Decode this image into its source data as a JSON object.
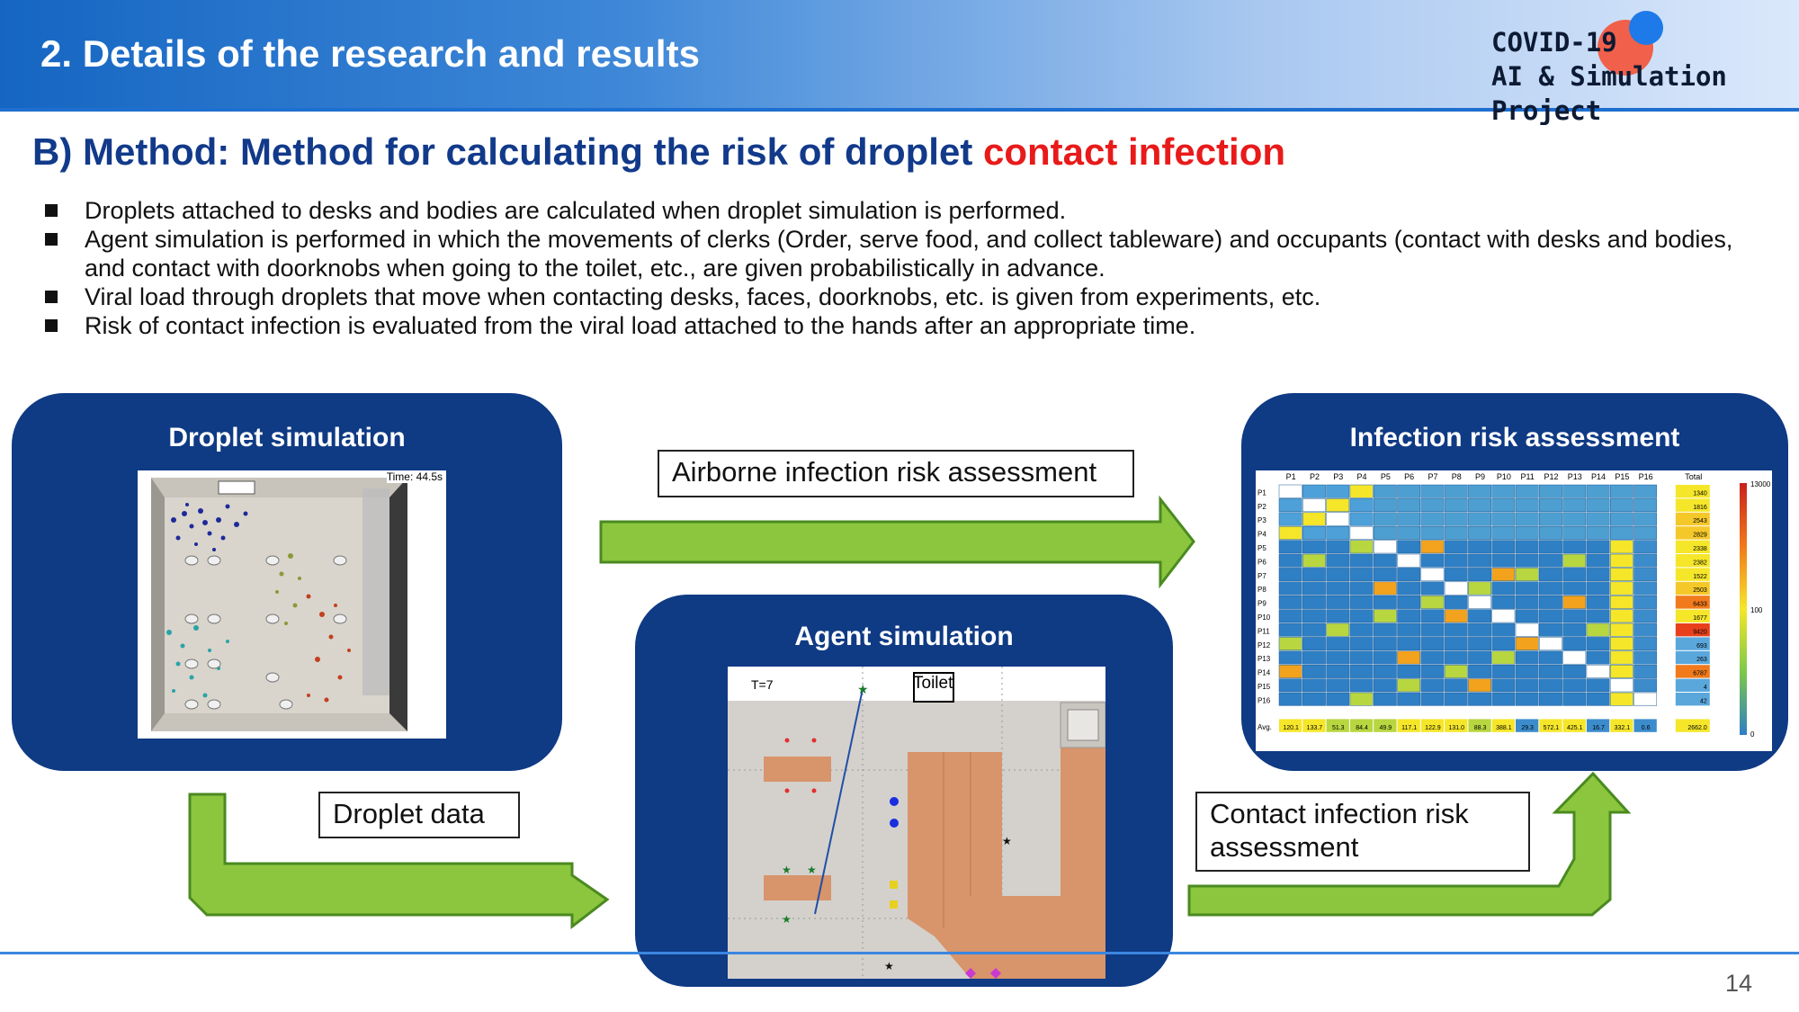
{
  "header": {
    "slide_title": "2. Details of the research and results",
    "project_line1": "COVID-19",
    "project_line2": "AI & Simulation Project",
    "accent_color": "#1566c2"
  },
  "subtitle": {
    "prefix": "B) Method: Method for calculating the risk of droplet ",
    "highlight": "contact infection",
    "highlight_color": "#e81a1a"
  },
  "bullets": [
    "Droplets attached to desks and bodies are calculated when droplet simulation is performed.",
    "Agent simulation is performed in which the movements of clerks (Order, serve food, and collect tableware) and occupants (contact with desks and bodies, and contact with doorknobs when going to the toilet, etc., are given probabilistically in advance.",
    "Viral load through droplets that move when contacting desks, faces, doorknobs, etc. is given from experiments, etc.",
    "Risk of contact infection is evaluated from the viral load attached to the hands after an appropriate time."
  ],
  "diagram": {
    "droplet_panel": {
      "title": "Droplet simulation",
      "time_label": "Time: 44.5s"
    },
    "agent_panel": {
      "title": "Agent simulation",
      "time_label": "T=7",
      "toilet_label": "Toilet"
    },
    "risk_panel": {
      "title": "Infection risk assessment",
      "columns": [
        "P1",
        "P2",
        "P3",
        "P4",
        "P5",
        "P6",
        "P7",
        "P8",
        "P9",
        "P10",
        "P11",
        "P12",
        "P13",
        "P14",
        "P15",
        "P16"
      ],
      "rows": [
        "P1",
        "P2",
        "P3",
        "P4",
        "P5",
        "P6",
        "P7",
        "P8",
        "P9",
        "P10",
        "P11",
        "P12",
        "P13",
        "P14",
        "P15",
        "P16"
      ],
      "total_header": "Total",
      "totals": [
        "1340",
        "1816",
        "2543",
        "2829",
        "2338",
        "2382",
        "1522",
        "2503",
        "6433",
        "1677",
        "9420",
        "693",
        "263",
        "6787",
        "4",
        "42"
      ],
      "avg_label": "Avg.",
      "averages": [
        "120.1",
        "133.7",
        "51.3",
        "84.4",
        "49.9",
        "117.1",
        "122.9",
        "131.0",
        "88.3",
        "388.1",
        "29.3",
        "572.1",
        "425.1",
        "16.7",
        "332.1",
        "0.6"
      ],
      "avg_total": "2662.0",
      "scale_max": "13000",
      "scale_mid": "100",
      "scale_min": "0"
    },
    "label_airborne": "Airborne infection risk assessment",
    "label_droplet_data": "Droplet data",
    "label_contact": "Contact infection risk assessment",
    "arrow_color": "#8cc63f"
  },
  "footer": {
    "page_number": "14"
  }
}
